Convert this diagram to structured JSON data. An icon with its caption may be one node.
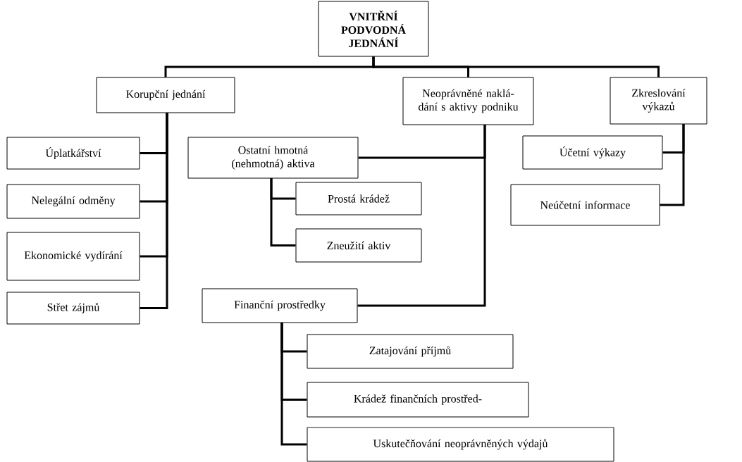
{
  "diagram": {
    "nodes": [
      {
        "text": [
          "VNITŘNÍ PODVODNÁ JEDNÁNÍ"
        ]
      },
      {
        "text": [
          "Korupční jednání"
        ]
      },
      {
        "text": [
          "Neoprávněné naklá- dání s aktivy podniku"
        ]
      },
      {
        "text": [
          "Zkreslování výkazů"
        ]
      },
      {
        "text": [
          "Úplatkářství"
        ]
      },
      {
        "text": [
          "Nelegální odměny"
        ]
      },
      {
        "text": [
          "Ekonomické vydírání"
        ]
      },
      {
        "text": [
          "Střet zájmů"
        ]
      },
      {
        "text": [
          "Ostatní hmotná (nehmotná) aktiva"
        ]
      },
      {
        "text": [
          "Prostá krádež"
        ]
      },
      {
        "text": [
          "Zneužití aktiv"
        ]
      },
      {
        "text": [
          "Finanční prostředky"
        ]
      },
      {
        "text": [
          "Zatajování příjmů"
        ]
      },
      {
        "text": [
          "Krádež finančních prostřed-"
        ]
      },
      {
        "text": [
          "Uskutečňování neoprávněných výdajů"
        ]
      },
      {
        "text": [
          "Účetní výkazy"
        ]
      },
      {
        "text": [
          "Neúčetní informace"
        ]
      }
    ],
    "edges": [
      {
        "from": 0,
        "to": 1,
        "arrow": "none"
      },
      {
        "from": 0,
        "to": 2,
        "arrow": "none"
      },
      {
        "from": 0,
        "to": 3,
        "arrow": "none"
      },
      {
        "from": 1,
        "to": 4,
        "arrow": "none"
      },
      {
        "from": 1,
        "to": 5,
        "arrow": "none"
      },
      {
        "from": 1,
        "to": 6,
        "arrow": "none"
      },
      {
        "from": 1,
        "to": 7,
        "arrow": "none"
      },
      {
        "from": 2,
        "to": 8,
        "arrow": "none"
      },
      {
        "from": 2,
        "to": 11,
        "arrow": "none"
      },
      {
        "from": 8,
        "to": 9,
        "arrow": "none"
      },
      {
        "from": 8,
        "to": 10,
        "arrow": "none"
      },
      {
        "from": 11,
        "to": 12,
        "arrow": "none"
      },
      {
        "from": 11,
        "to": 13,
        "arrow": "none"
      },
      {
        "from": 11,
        "to": 14,
        "arrow": "none"
      },
      {
        "from": 3,
        "to": 15,
        "arrow": "none"
      },
      {
        "from": 3,
        "to": 16,
        "arrow": "none"
      }
    ]
  }
}
